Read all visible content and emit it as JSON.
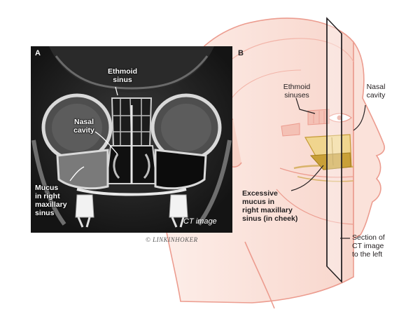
{
  "panel_a": {
    "letter": "A",
    "caption": "CT image",
    "labels": {
      "ethmoid": [
        "Ethmoid",
        "sinus"
      ],
      "nasal": [
        "Nasal",
        "cavity"
      ],
      "mucus": [
        "Mucus",
        "in right",
        "maxillary",
        "sinus"
      ]
    }
  },
  "panel_b": {
    "letter": "B",
    "labels": {
      "ethmoid": [
        "Ethmoid",
        "sinuses"
      ],
      "nasal": [
        "Nasal",
        "cavity"
      ],
      "mucus": [
        "Excessive",
        "mucus in",
        "right maxillary",
        "sinus (in cheek)"
      ],
      "section": [
        "Section of",
        "CT image",
        "to the left"
      ]
    }
  },
  "signature": "© LINKINHOKER",
  "colors": {
    "skin_fill": "#fbe2da",
    "skin_line": "#ec9c8f",
    "mucus_fill": "#d6b85a",
    "ct_bg": "#1e1e1e"
  }
}
